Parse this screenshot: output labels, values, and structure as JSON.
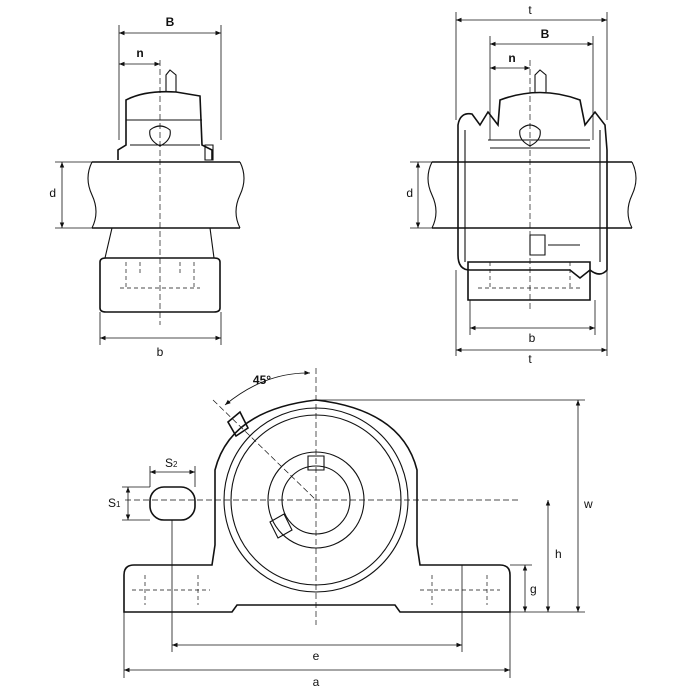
{
  "side_view": {
    "B": "B",
    "n": "n",
    "d": "d",
    "b": "b"
  },
  "front_view": {
    "t_top": "t",
    "B": "B",
    "n": "n",
    "d": "d",
    "b": "b",
    "t_bottom": "t"
  },
  "plan_view": {
    "angle": "45°",
    "S2": "S",
    "S2_sub": "2",
    "S1": "S",
    "S1_sub": "1",
    "w": "w",
    "h": "h",
    "g": "g",
    "e": "e",
    "a": "a"
  },
  "colors": {
    "line": "#111111",
    "background": "#ffffff"
  }
}
